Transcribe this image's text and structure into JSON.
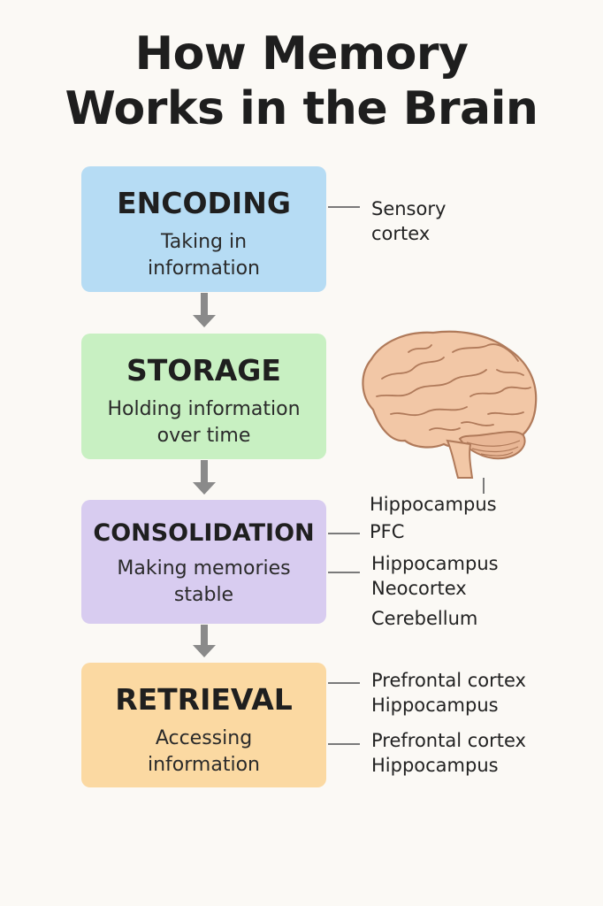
{
  "title": {
    "line1": "How Memory",
    "line2": "Works in the Brain"
  },
  "stages": [
    {
      "name": "ENCODING",
      "desc_line1": "Taking in",
      "desc_line2": "information",
      "color": "#b6dcf4"
    },
    {
      "name": "STORAGE",
      "desc_line1": "Holding information",
      "desc_line2": "over time",
      "color": "#c8f0c2"
    },
    {
      "name": "CONSOLIDATION",
      "desc_line1": "Making memories",
      "desc_line2": "stable",
      "color": "#d8ccf0"
    },
    {
      "name": "RETRIEVAL",
      "desc_line1": "Accessing",
      "desc_line2": "information",
      "color": "#fbd9a2"
    }
  ],
  "regions": {
    "encoding": [
      "Sensory",
      "cortex"
    ],
    "brain_label": [
      "Hippocampus",
      "PFC"
    ],
    "consolidation": [
      "Hippocampus",
      "Neocortex",
      "Cerebellum"
    ],
    "retrieval_1": [
      "Prefrontal cortex",
      "Hippocampus"
    ],
    "retrieval_2": [
      "Prefrontal cortex",
      "Hippocampus"
    ]
  },
  "icons": {
    "brain": "brain-illustration",
    "arrow": "down-arrow"
  },
  "colors": {
    "background": "#fbf9f5",
    "brain_fill": "#f2c7a6",
    "brain_stroke": "#b07a5a",
    "connector": "#7a7a7a"
  }
}
